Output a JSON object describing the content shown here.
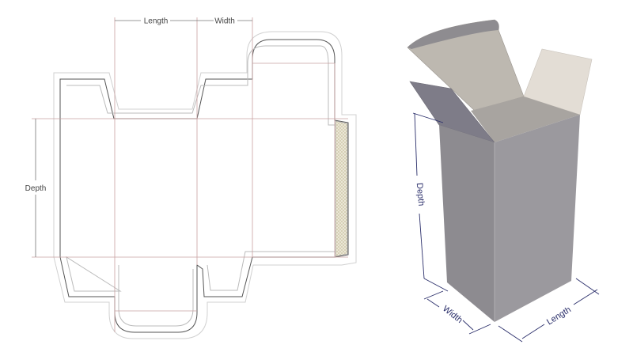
{
  "dieline": {
    "length_label": "Length",
    "width_label": "Width",
    "depth_label": "Depth"
  },
  "box_3d": {
    "depth_label": "Depth",
    "width_label": "Width",
    "length_label": "Length"
  },
  "colors": {
    "cut_line": "#555555",
    "bleed_line": "#cccccc",
    "fold_line": "#c9a0a0",
    "glue_area": "#e8e4c8",
    "box_face": "#9a999c",
    "dimension": "#2b2f6b"
  }
}
